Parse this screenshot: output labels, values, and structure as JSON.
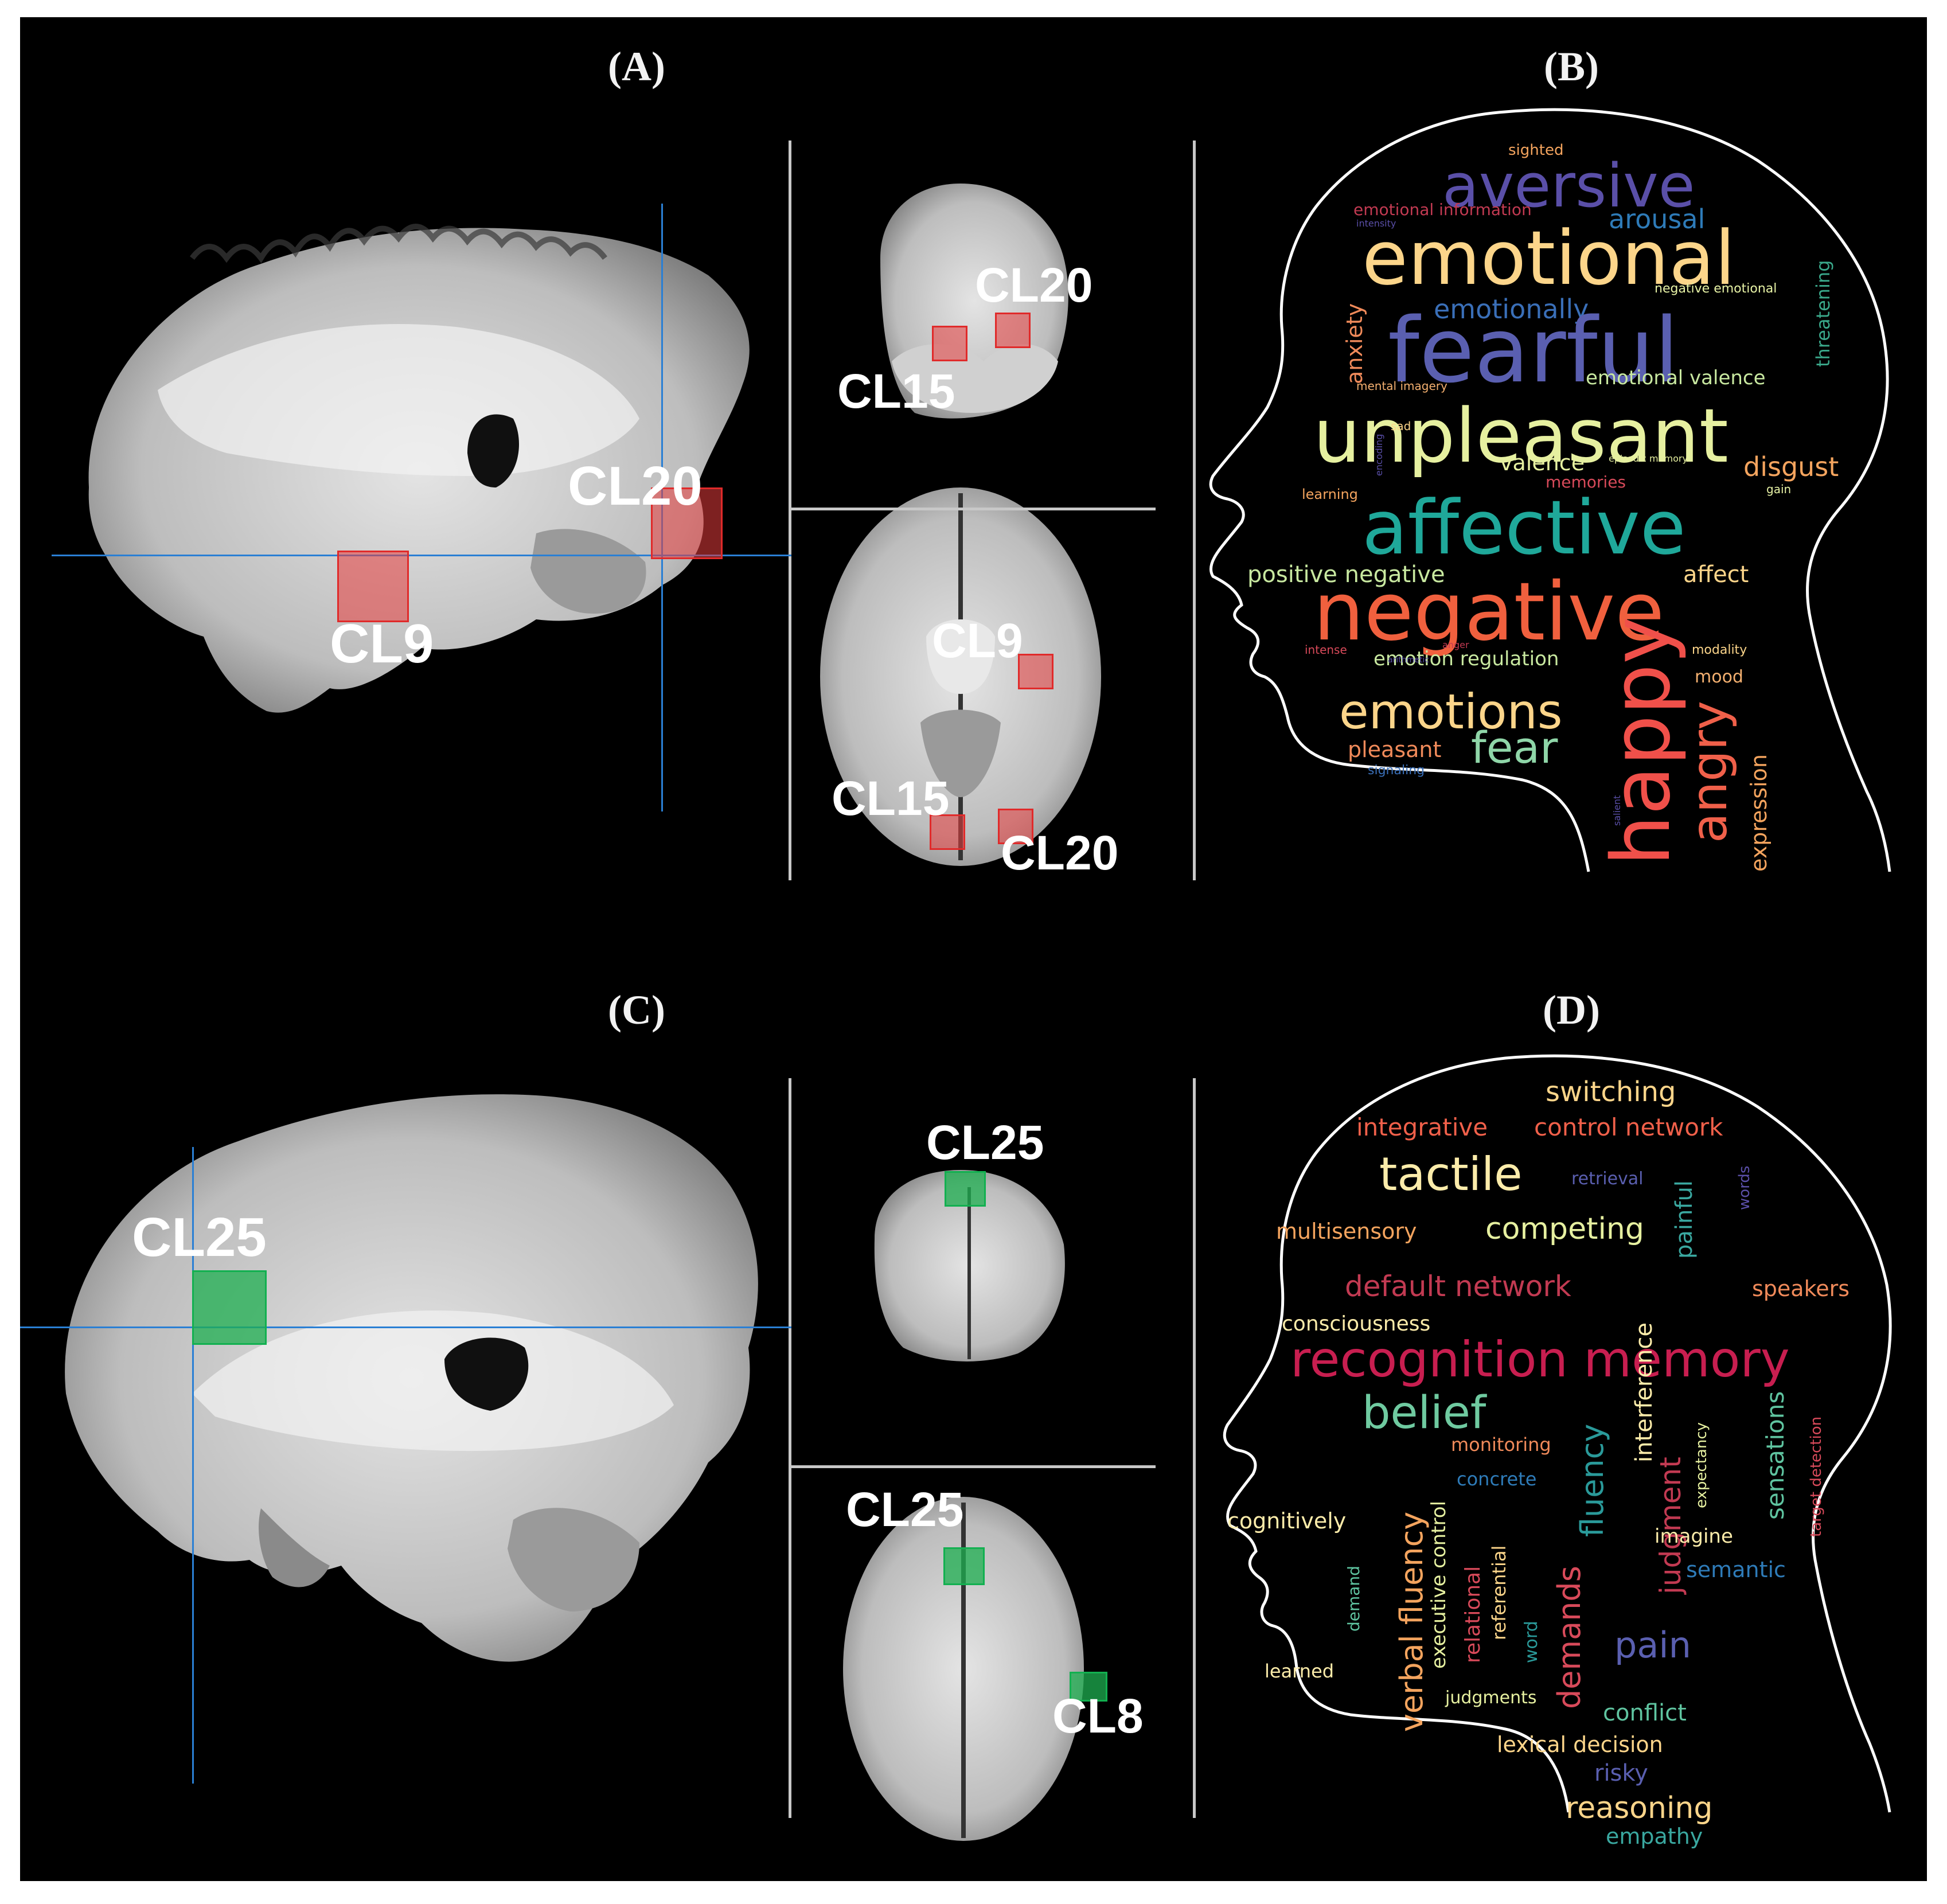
{
  "panels": {
    "a": {
      "title": "(A)"
    },
    "b": {
      "title": "(B)"
    },
    "c": {
      "title": "(C)"
    },
    "d": {
      "title": "(D)"
    }
  },
  "labels": {
    "a_sag_cl20": "CL20",
    "a_sag_cl9": "CL9",
    "a_cor_cl20": "CL20",
    "a_cor_cl15": "CL15",
    "a_ax_cl9": "CL9",
    "a_ax_cl15": "CL15",
    "a_ax_cl20": "CL20",
    "c_sag_cl25": "CL25",
    "c_cor_cl25": "CL25",
    "c_ax_cl25": "CL25",
    "c_ax_cl8": "CL8"
  },
  "colors": {
    "background": "#000000",
    "roi_red": "#e02a2a",
    "roi_green": "#12b050",
    "crosshair": "#2a7fd4",
    "head_outline": "#ffffff"
  },
  "wordcloud_b": [
    {
      "text": "sighted",
      "color": "#f4a45e"
    },
    {
      "text": "aversive",
      "color": "#5a4fa8"
    },
    {
      "text": "emotional information",
      "color": "#c23a52"
    },
    {
      "text": "arousal",
      "color": "#2e7bb8"
    },
    {
      "text": "intensity",
      "color": "#5a4fa8"
    },
    {
      "text": "emotional",
      "color": "#fcd58a"
    },
    {
      "text": "threatening",
      "color": "#3aa88a"
    },
    {
      "text": "emotionally",
      "color": "#3a6fb8"
    },
    {
      "text": "negative emotional",
      "color": "#e8f3a6"
    },
    {
      "text": "anxiety",
      "color": "#f08a5a"
    },
    {
      "text": "fearful",
      "color": "#5a5fb0"
    },
    {
      "text": "mental imagery",
      "color": "#f4b070"
    },
    {
      "text": "emotional valence",
      "color": "#c8e8a0"
    },
    {
      "text": "unpleasant",
      "color": "#e6f0a0"
    },
    {
      "text": "sad",
      "color": "#fcd58a"
    },
    {
      "text": "encoding",
      "color": "#5a4fa8"
    },
    {
      "text": "valence",
      "color": "#e6f0a0"
    },
    {
      "text": "episodic memory",
      "color": "#e6f0a0"
    },
    {
      "text": "disgust",
      "color": "#f4a45e"
    },
    {
      "text": "memories",
      "color": "#d84a5a"
    },
    {
      "text": "learning",
      "color": "#f4a45e"
    },
    {
      "text": "gain",
      "color": "#e8f3a6"
    },
    {
      "text": "affective",
      "color": "#1fa89a"
    },
    {
      "text": "positive negative",
      "color": "#c8e8a0"
    },
    {
      "text": "affect",
      "color": "#fcd58a"
    },
    {
      "text": "negative",
      "color": "#f0603e"
    },
    {
      "text": "intense",
      "color": "#d84a5a"
    },
    {
      "text": "anger",
      "color": "#c23a52"
    },
    {
      "text": "modality",
      "color": "#fcd58a"
    },
    {
      "text": "emotion regulation",
      "color": "#c8e8a0"
    },
    {
      "text": "arithmetic",
      "color": "#5a4fa8"
    },
    {
      "text": "mood",
      "color": "#f4b070"
    },
    {
      "text": "emotions",
      "color": "#fcd58a"
    },
    {
      "text": "happy",
      "color": "#f0504a"
    },
    {
      "text": "angry",
      "color": "#f0604a"
    },
    {
      "text": "pleasant",
      "color": "#f08a5a"
    },
    {
      "text": "fear",
      "color": "#8fd6a8"
    },
    {
      "text": "signaling",
      "color": "#3a6fb8"
    },
    {
      "text": "salient",
      "color": "#5a4fa8"
    },
    {
      "text": "expression",
      "color": "#f4a45e"
    }
  ],
  "wordcloud_d": [
    {
      "text": "switching",
      "color": "#fcd58a"
    },
    {
      "text": "integrative",
      "color": "#f0604a"
    },
    {
      "text": "control network",
      "color": "#f0604a"
    },
    {
      "text": "tactile",
      "color": "#fcecaa"
    },
    {
      "text": "retrieval",
      "color": "#5a5fb0"
    },
    {
      "text": "painful",
      "color": "#3aa8a0"
    },
    {
      "text": "words",
      "color": "#5a4fa8"
    },
    {
      "text": "multisensory",
      "color": "#f4a45e"
    },
    {
      "text": "competing",
      "color": "#e6f0a0"
    },
    {
      "text": "default network",
      "color": "#c23a52"
    },
    {
      "text": "speakers",
      "color": "#f08a5a"
    },
    {
      "text": "consciousness",
      "color": "#fcecaa"
    },
    {
      "text": "recognition memory",
      "color": "#c81e50"
    },
    {
      "text": "interference",
      "color": "#fcecaa"
    },
    {
      "text": "belief",
      "color": "#6fcaa0"
    },
    {
      "text": "fluency",
      "color": "#2a9a9a"
    },
    {
      "text": "monitoring",
      "color": "#f08a5a"
    },
    {
      "text": "expectancy",
      "color": "#e6f0a0"
    },
    {
      "text": "sensations",
      "color": "#5fc4a0"
    },
    {
      "text": "target detection",
      "color": "#d84a5a"
    },
    {
      "text": "concrete",
      "color": "#2e7bb8"
    },
    {
      "text": "verbal fluency",
      "color": "#f4a45e"
    },
    {
      "text": "executive control",
      "color": "#e6f0a0"
    },
    {
      "text": "judgment",
      "color": "#c23a52"
    },
    {
      "text": "cognitively",
      "color": "#fcecaa"
    },
    {
      "text": "relational",
      "color": "#d84a5a"
    },
    {
      "text": "referential",
      "color": "#fcd58a"
    },
    {
      "text": "imagine",
      "color": "#fcecaa"
    },
    {
      "text": "semantic",
      "color": "#2e7bb8"
    },
    {
      "text": "demand",
      "color": "#5fc4a0"
    },
    {
      "text": "word",
      "color": "#2a9a9a"
    },
    {
      "text": "demands",
      "color": "#d84a5a"
    },
    {
      "text": "pain",
      "color": "#5a5fb0"
    },
    {
      "text": "learned",
      "color": "#fcecaa"
    },
    {
      "text": "judgments",
      "color": "#e6f0a0"
    },
    {
      "text": "conflict",
      "color": "#5fc4a0"
    },
    {
      "text": "lexical decision",
      "color": "#fcd58a"
    },
    {
      "text": "risky",
      "color": "#5a5fb0"
    },
    {
      "text": "reasoning",
      "color": "#fcd58a"
    },
    {
      "text": "empathy",
      "color": "#3aa8a0"
    }
  ]
}
